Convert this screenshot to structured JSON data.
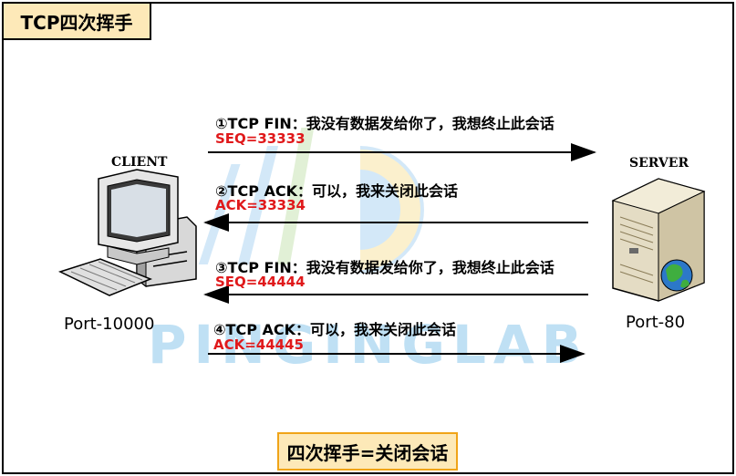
{
  "title": "TCP四次挥手",
  "footer": "四次挥手=关闭会话",
  "client": {
    "label": "CLIENT",
    "port": "Port-10000"
  },
  "server": {
    "label": "SERVER",
    "port": "Port-80"
  },
  "watermark": "PINGINGLAB",
  "messages": [
    {
      "text": "①TCP FIN：我没有数据发给你了，我想终止此会话",
      "seq": "SEQ=33333",
      "direction": "client-to-server"
    },
    {
      "text": "②TCP ACK：可以，我来关闭此会话",
      "seq": "ACK=33334",
      "direction": "server-to-client"
    },
    {
      "text": "③TCP FIN：我没有数据发给你了，我想终止此会话",
      "seq": "SEQ=44444",
      "direction": "server-to-client"
    },
    {
      "text": "④TCP ACK：可以，我来关闭此会话",
      "seq": "ACK=44445",
      "direction": "client-to-server"
    }
  ],
  "colors": {
    "accent_red": "#e0191b",
    "box_fill": "#fde9b8",
    "watermark": "#4aa8e0"
  }
}
